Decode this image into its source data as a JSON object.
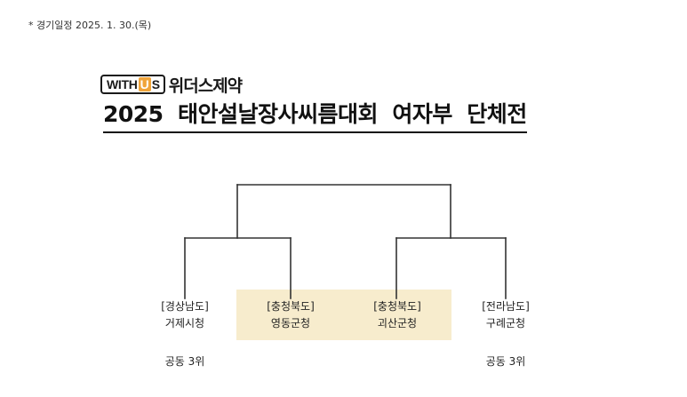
{
  "header": {
    "note": "*  경기일정  2025.  1.  30.(목)"
  },
  "sponsor": {
    "logo_main_prefix": "WITH",
    "logo_accent": "U",
    "logo_main_suffix": "S",
    "name": "위더스제약"
  },
  "title": "2025  태안설날장사씨름대회  여자부  단체전",
  "bracket": {
    "line_color": "#333333",
    "highlight_color": "#f7eccd",
    "teams": [
      {
        "region": "[경상남도]",
        "name": "거제시청",
        "highlighted": false
      },
      {
        "region": "[충청북도]",
        "name": "영동군청",
        "highlighted": true
      },
      {
        "region": "[충청북도]",
        "name": "괴산군청",
        "highlighted": true
      },
      {
        "region": "[전라남도]",
        "name": "구례군청",
        "highlighted": false
      }
    ],
    "ranks": [
      {
        "label": "공동  3위"
      },
      {
        "label": "공동  3위"
      }
    ]
  }
}
